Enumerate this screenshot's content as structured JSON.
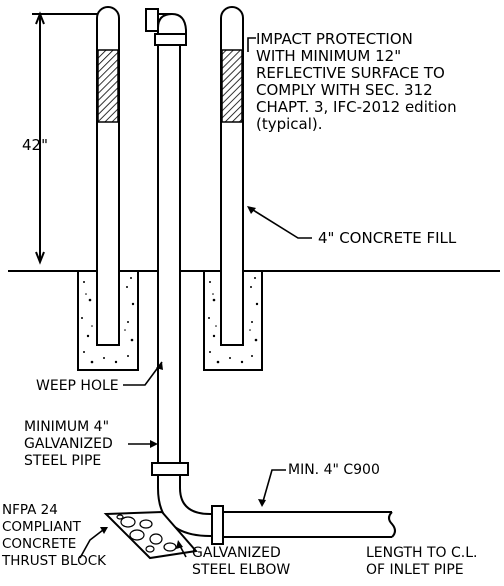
{
  "labels": {
    "impact_protection": "IMPACT PROTECTION\nWITH MINIMUM 12\"\nREFLECTIVE SURFACE TO\nCOMPLY WITH SEC. 312\nCHAPT. 3, IFC-2012 edition\n(typical).",
    "height_dimension": "42\"",
    "concrete_fill": "4\" CONCRETE FILL",
    "weep_hole": "WEEP HOLE",
    "steel_pipe": "MINIMUM 4\"\nGALVANIZED\nSTEEL PIPE",
    "c900": "MIN. 4\" C900",
    "thrust_block": "NFPA 24\nCOMPLIANT\nCONCRETE\nTHRUST BLOCK",
    "steel_elbow": "GALVANIZED\nSTEEL ELBOW",
    "inlet_pipe": "LENGTH TO C.L.\nOF INLET PIPE"
  }
}
